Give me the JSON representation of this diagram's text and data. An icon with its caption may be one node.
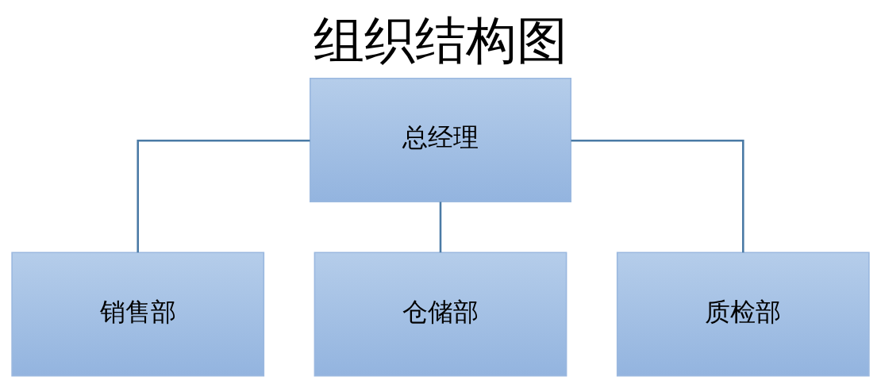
{
  "diagram": {
    "title": "组织结构图",
    "nodes": [
      {
        "text": [
          "总经理"
        ]
      },
      {
        "text": [
          "销售部"
        ]
      },
      {
        "text": [
          "仓储部"
        ]
      },
      {
        "text": [
          "质检部"
        ]
      }
    ],
    "edges": [
      {
        "from": 0,
        "to": 1,
        "arrow": "none"
      },
      {
        "from": 0,
        "to": 2,
        "arrow": "none"
      },
      {
        "from": 0,
        "to": 3,
        "arrow": "none"
      }
    ]
  }
}
